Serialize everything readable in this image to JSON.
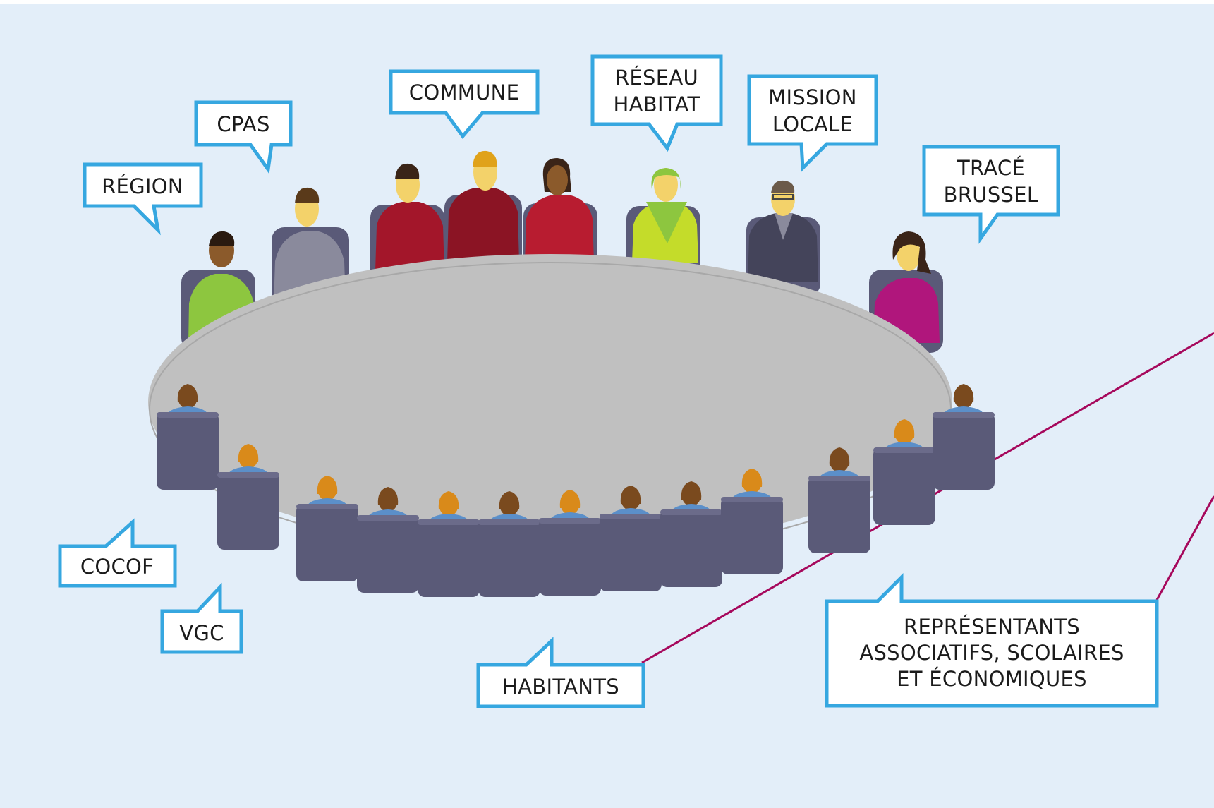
{
  "labels": {
    "region": "RÉGION",
    "cpas": "CPAS",
    "commune": "COMMUNE",
    "reseau": [
      "RÉSEAU",
      "HABITAT"
    ],
    "mission": [
      "MISSION",
      "LOCALE"
    ],
    "trace": [
      "TRACÉ",
      "BRUSSEL"
    ],
    "cocof": "COCOF",
    "vgc": "VGC",
    "habitants": "HABITANTS",
    "representants": [
      "REPRÉSENTANTS",
      "ASSOCIATIFS, SCOLAIRES",
      "ET ÉCONOMIQUES"
    ]
  },
  "colors": {
    "background": "#e3eef9",
    "callout_border": "#36a7e0",
    "table": "#c0c0c0",
    "chair": "#5a5a78",
    "connector_line": "#a6085c"
  }
}
